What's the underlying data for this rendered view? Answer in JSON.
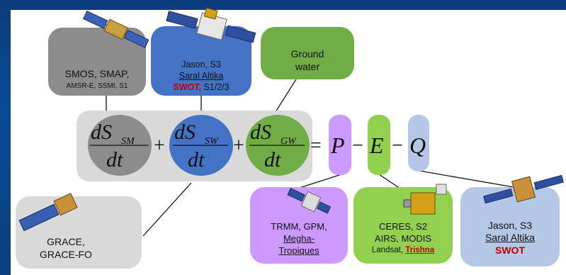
{
  "top_boxes": {
    "soil_moisture": {
      "line1": "SMOS, SMAP,",
      "line2": "AMSR-E, SSMI, S1"
    },
    "surface_water": {
      "line1": "Jason, S3",
      "line2": "Saral Altika",
      "line3_red": "SWOT,",
      "line3_rest": " S1/2/3"
    },
    "groundwater": {
      "line1": "Ground",
      "line2": "water"
    }
  },
  "equation": {
    "sm": {
      "num": "dS",
      "sub": "SM",
      "den": "dt"
    },
    "sw": {
      "num": "dS",
      "sub": "SW",
      "den": "dt"
    },
    "gw": {
      "num": "dS",
      "sub": "GW",
      "den": "dt"
    },
    "plus": "+",
    "equals": "=",
    "minus": "−",
    "p": "P",
    "e": "E",
    "q": "Q"
  },
  "bottom_boxes": {
    "grace": {
      "line1": "GRACE,",
      "line2": "GRACE-FO"
    },
    "precip": {
      "line1": "TRMM, GPM,",
      "line2": "Megha-",
      "line3": "Tropiques"
    },
    "evap": {
      "line1": "CERES, S2",
      "line2": "AIRS, MODIS",
      "line3": "Landsat, ",
      "line3_red": "Trishna"
    },
    "discharge": {
      "line1": "Jason, S3",
      "line2": "Saral Altika",
      "line3_red": "SWOT"
    }
  },
  "colors": {
    "grey_box": "#8c8c8c",
    "blue_box": "#4472c4",
    "green_box": "#70ad47",
    "purple": "#cc99ff",
    "light_green": "#92d050",
    "light_blue": "#b4c7e7",
    "light_grey": "#d9d9d9",
    "red_text": "#c00000"
  },
  "icons": [
    "satellite-icon"
  ]
}
